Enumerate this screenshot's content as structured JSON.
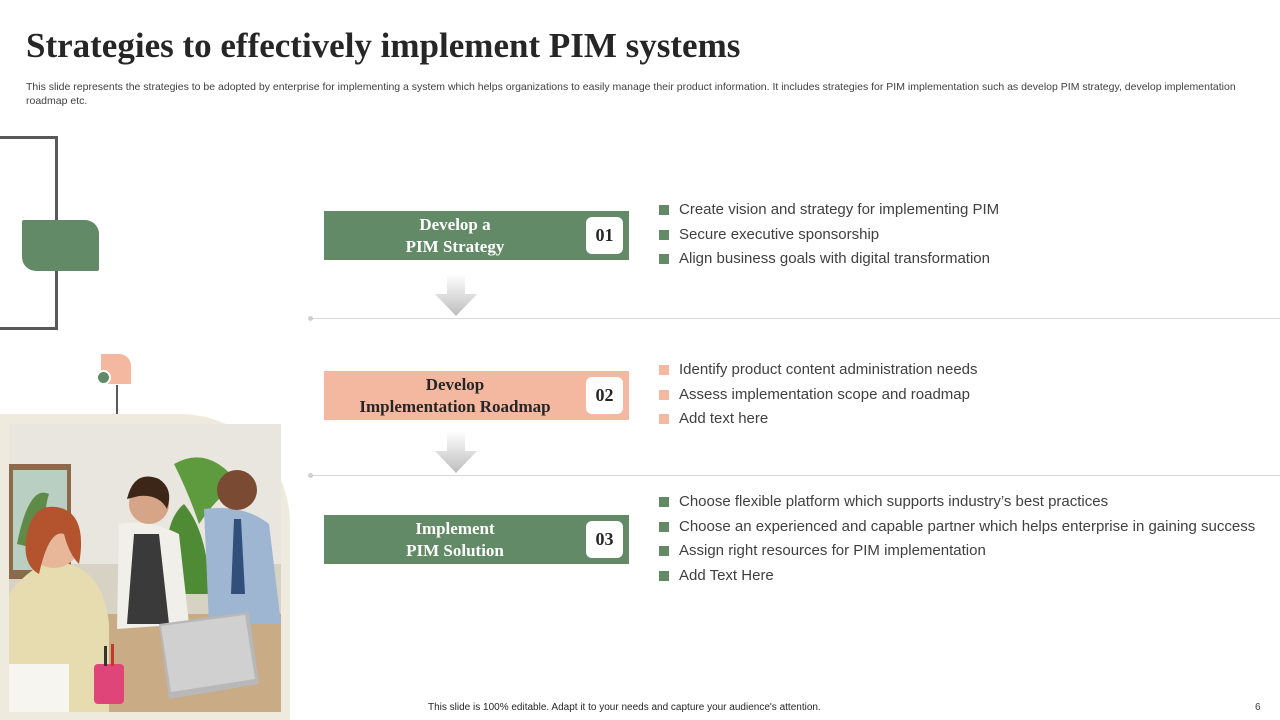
{
  "slide": {
    "title": "Strategies to effectively implement PIM systems",
    "subtitle": "This slide represents the strategies to be adopted by enterprise for implementing a system which helps organizations to easily manage their product information. It includes strategies for PIM implementation such as develop PIM strategy, develop implementation roadmap etc.",
    "footer": "This slide is 100% editable. Adapt it to your needs and capture your audience's attention.",
    "page_number": "6"
  },
  "colors": {
    "green": "#628a66",
    "peach": "#f4b8a0",
    "frame": "#eeeadd"
  },
  "steps": [
    {
      "label_line1": "Develop a",
      "label_line2": "PIM Strategy",
      "number": "01",
      "color": "green",
      "bullets": [
        "Create vision and strategy for implementing PIM",
        "Secure executive sponsorship",
        "Align business goals with digital transformation"
      ]
    },
    {
      "label_line1": "Develop",
      "label_line2": "Implementation Roadmap",
      "number": "02",
      "color": "peach",
      "bullets": [
        "Identify product content administration needs",
        "Assess implementation scope and roadmap",
        "Add text here"
      ]
    },
    {
      "label_line1": "Implement",
      "label_line2": "PIM Solution",
      "number": "03",
      "color": "green",
      "bullets": [
        "Choose flexible platform which supports industry’s best practices",
        "Choose an experienced and capable partner which helps enterprise in gaining success",
        "Assign right resources for PIM implementation",
        "Add Text Here"
      ]
    }
  ],
  "icons": {
    "arrow": "down-arrow-icon",
    "bullet": "square-bullet-icon"
  }
}
